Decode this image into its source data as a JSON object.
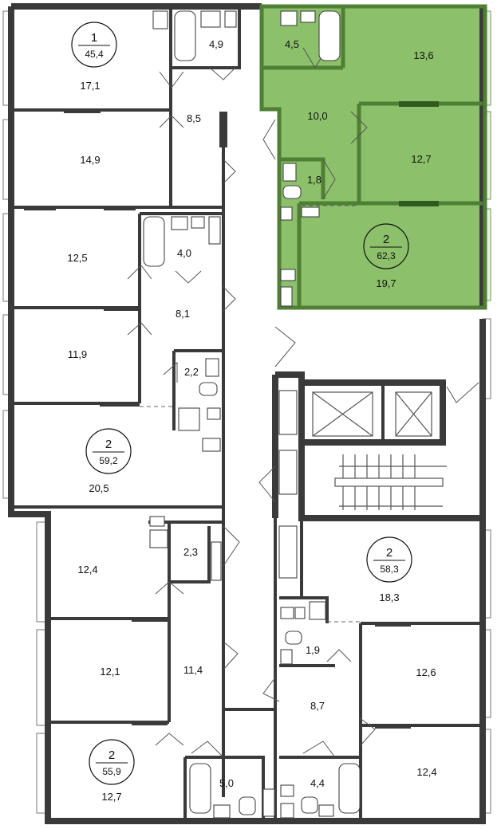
{
  "highlight_color": "#8dc06b",
  "wall_color": "#3a3a3a",
  "apartments": [
    {
      "id": "apt-a",
      "rooms": "1",
      "area": "45,4"
    },
    {
      "id": "apt-b",
      "rooms": "2",
      "area": "59,2"
    },
    {
      "id": "apt-c",
      "rooms": "2",
      "area": "62,3",
      "highlighted": true
    },
    {
      "id": "apt-d",
      "rooms": "2",
      "area": "58,3"
    },
    {
      "id": "apt-e",
      "rooms": "2",
      "area": "55,9"
    }
  ],
  "rooms": {
    "a_living": "17,1",
    "a_bath": "4,9",
    "a_hall": "8,5",
    "a_bed": "14,9",
    "b_room1": "12,5",
    "b_bath": "4,0",
    "b_hall": "8,1",
    "b_room2": "11,9",
    "b_wc": "2,2",
    "b_kitchen": "20,5",
    "c_bath": "4,5",
    "c_room1": "13,6",
    "c_hall": "10,0",
    "c_room2": "12,7",
    "c_wc": "1,8",
    "c_kitchen": "19,7",
    "e_room1": "12,4",
    "e_wc": "2,3",
    "e_hall": "11,4",
    "e_room2": "12,1",
    "e_kitchen": "12,7",
    "e_bath": "5,0",
    "d_kitchen": "18,3",
    "d_wc": "1,9",
    "d_room1": "12,6",
    "d_hall": "8,7",
    "d_room2": "12,4",
    "d_bath": "4,4"
  }
}
